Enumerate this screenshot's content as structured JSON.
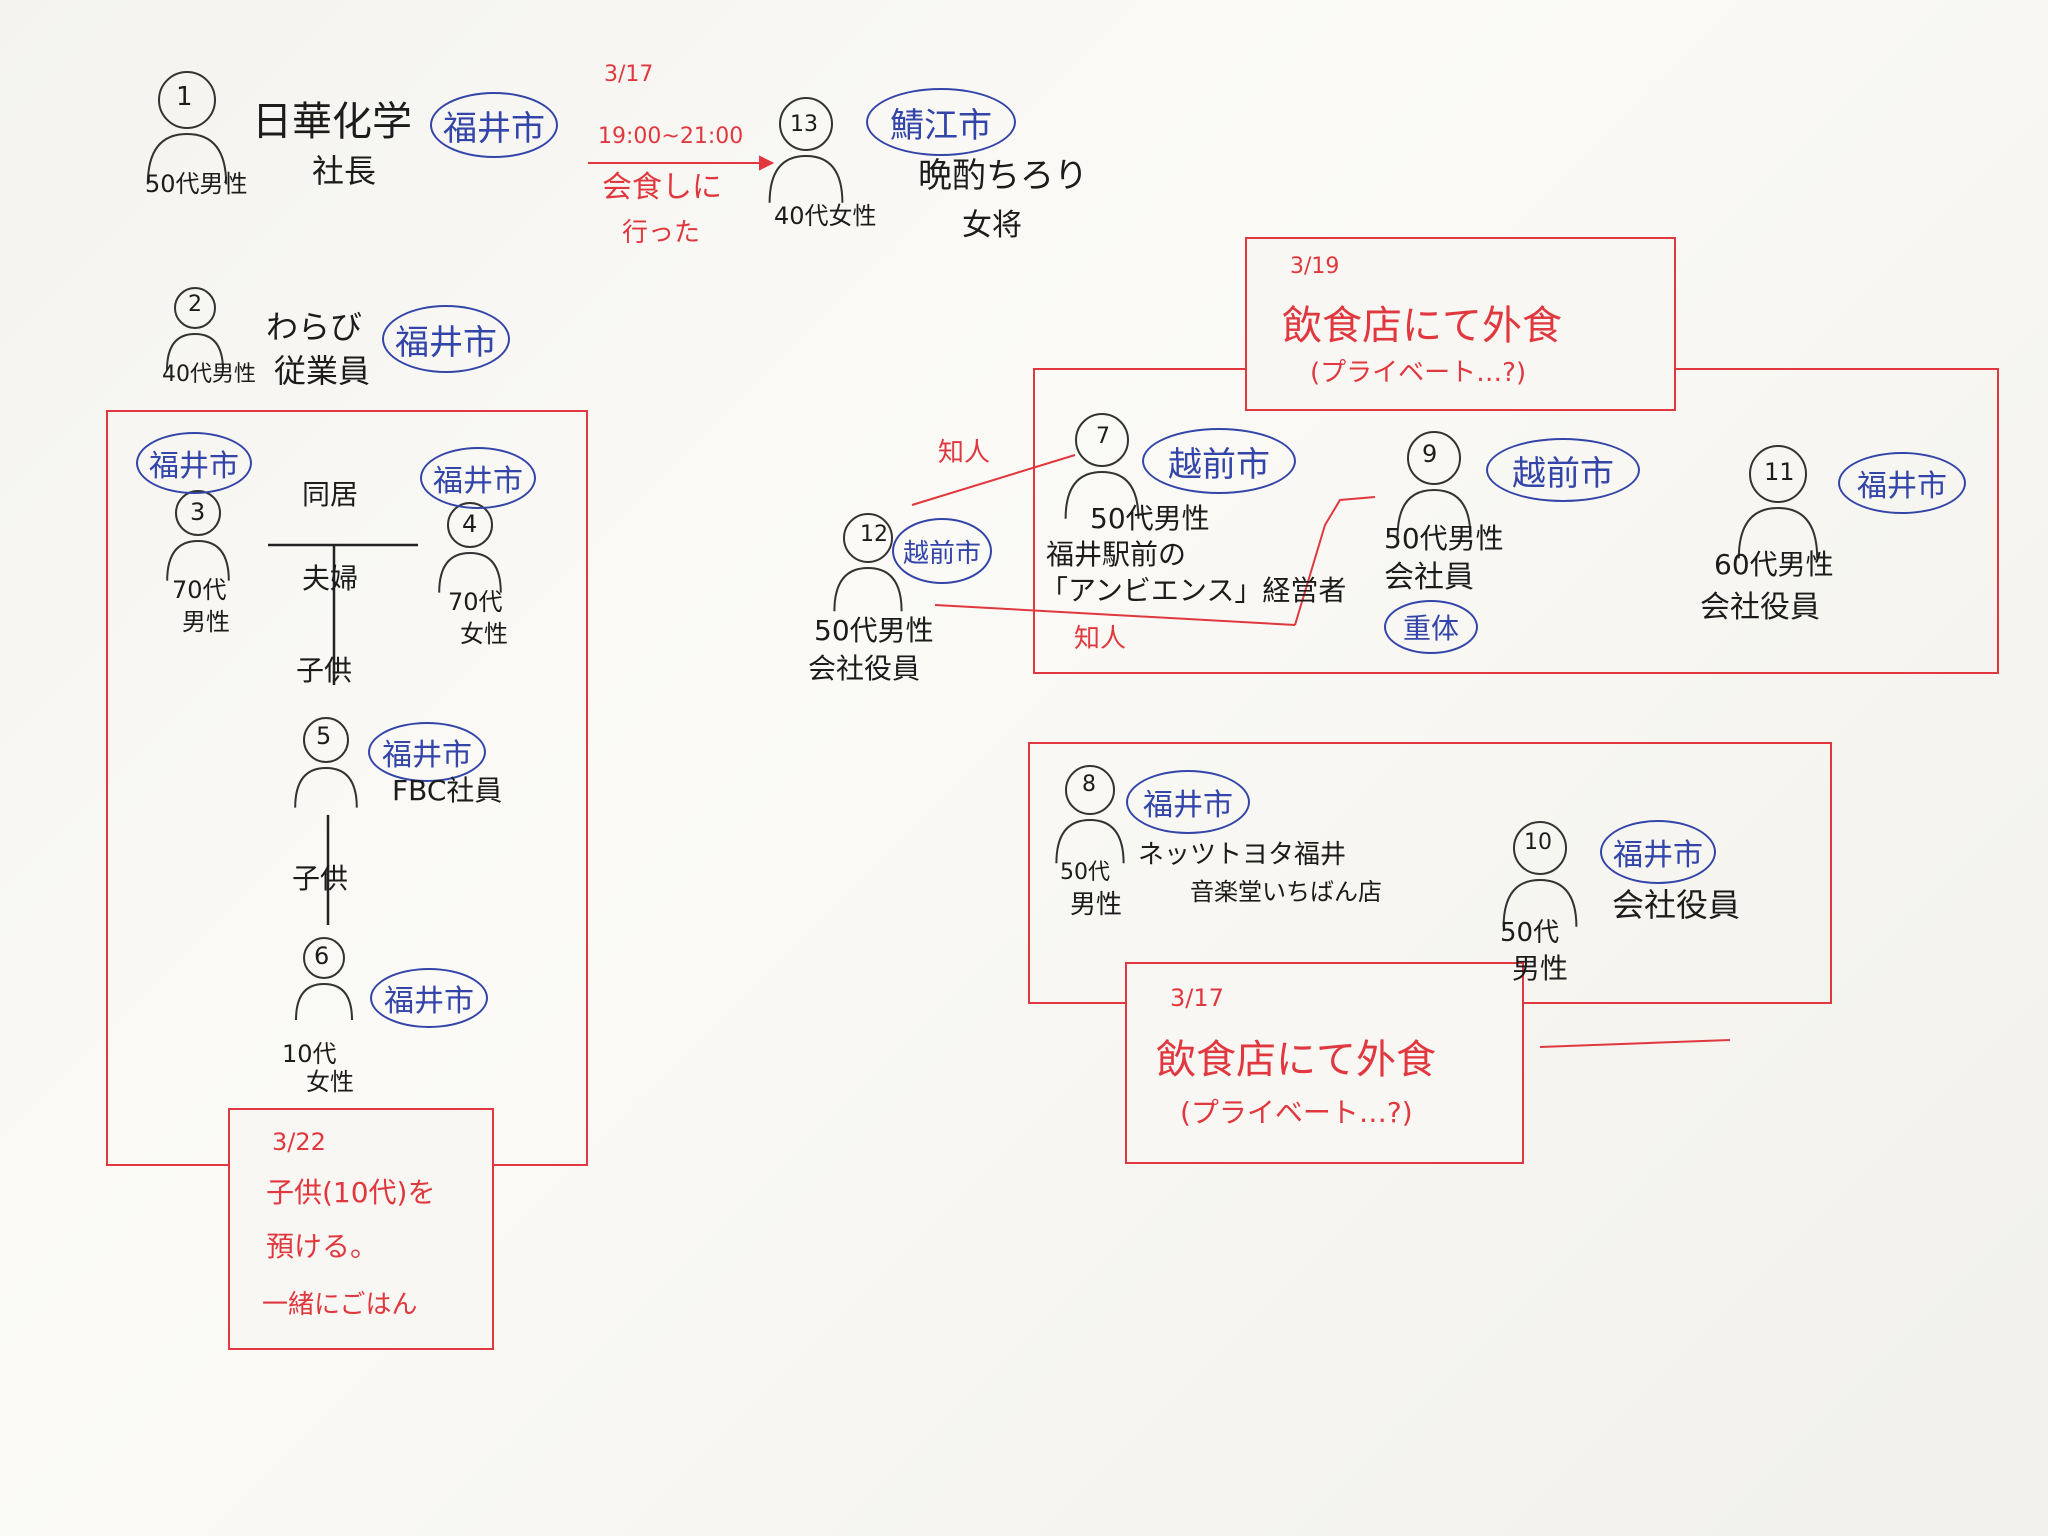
{
  "persons": {
    "p1": {
      "num": "1",
      "desc": "50代男性",
      "org": "日華化学",
      "role": "社長",
      "city": "福井市"
    },
    "p2": {
      "num": "2",
      "desc": "40代男性",
      "org": "わらび",
      "role": "従業員",
      "city": "福井市"
    },
    "p3": {
      "num": "3",
      "desc1": "70代",
      "desc2": "男性",
      "city": "福井市"
    },
    "p4": {
      "num": "4",
      "desc1": "70代",
      "desc2": "女性",
      "city": "福井市"
    },
    "p5": {
      "num": "5",
      "role": "FBC社員",
      "city": "福井市"
    },
    "p6": {
      "num": "6",
      "desc1": "10代",
      "desc2": "女性",
      "city": "福井市"
    },
    "p7": {
      "num": "7",
      "desc": "50代男性",
      "line1": "福井駅前の",
      "line2": "「アンビエンス」経営者",
      "city": "越前市"
    },
    "p8": {
      "num": "8",
      "desc1": "50代",
      "desc2": "男性",
      "line1": "ネッツトヨタ福井",
      "line2": "音楽堂いちばん店",
      "city": "福井市"
    },
    "p9": {
      "num": "9",
      "desc": "50代男性",
      "role": "会社員",
      "status": "重体",
      "city": "越前市"
    },
    "p10": {
      "num": "10",
      "desc1": "50代",
      "desc2": "男性",
      "role": "会社役員",
      "city": "福井市"
    },
    "p11": {
      "num": "11",
      "desc": "60代男性",
      "role": "会社役員",
      "city": "福井市"
    },
    "p12": {
      "num": "12",
      "desc": "50代男性",
      "role": "会社役員",
      "city": "越前市"
    },
    "p13": {
      "num": "13",
      "desc": "40代女性",
      "org": "晩酌ちろり",
      "role": "女将",
      "city": "鯖江市"
    }
  },
  "labels": {
    "cohabit": "同居",
    "couple": "夫婦",
    "child_a": "子供",
    "child_b": "子供",
    "acq_top": "知人",
    "acq_bottom": "知人"
  },
  "notes": {
    "dinner": {
      "date": "3/17",
      "time": "19:00~21:00",
      "l1": "会食しに",
      "l2": "行った"
    },
    "eat19": {
      "date": "3/19",
      "l1": "飲食店にて外食",
      "l2": "(プライベート…?)"
    },
    "eat17": {
      "date": "3/17",
      "l1": "飲食店にて外食",
      "l2": "(プライベート…?)"
    },
    "child": {
      "date": "3/22",
      "l1": "子供(10代)を",
      "l2": "預ける。",
      "l3": "一緒にごはん"
    }
  }
}
